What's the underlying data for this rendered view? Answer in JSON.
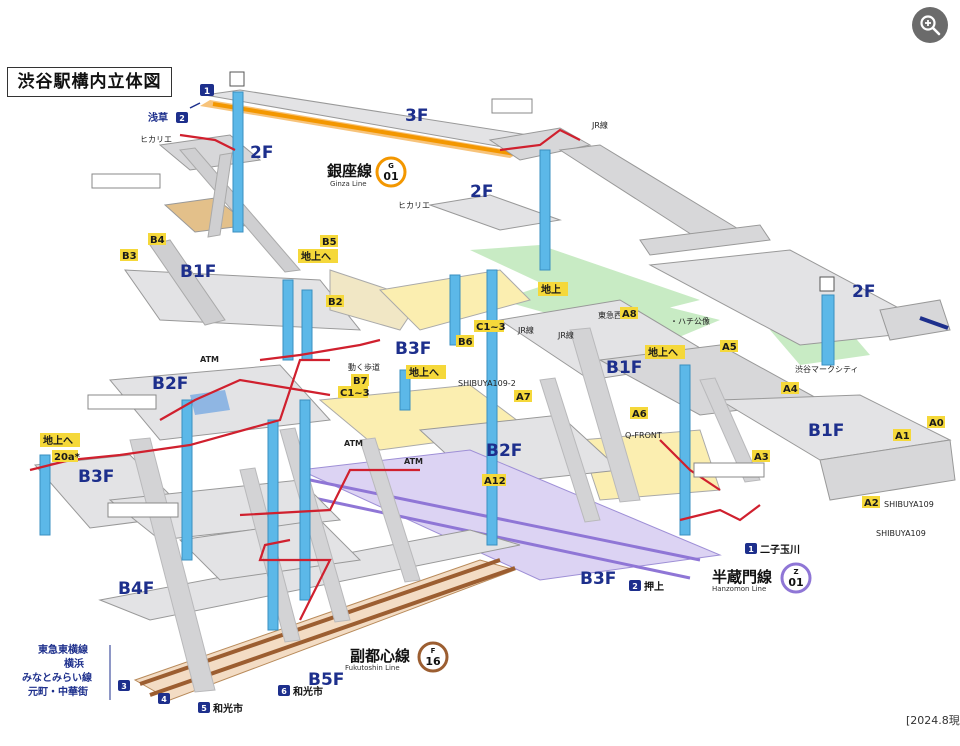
{
  "title": "渋谷駅構内立体図",
  "date_note": "[2024.8現",
  "floors": {
    "f3": "3F",
    "f2_left": "2F",
    "f2_mid": "2F",
    "f2_right": "2F",
    "b1_left": "B1F",
    "b1_mid": "B1F",
    "b1_right": "B1F",
    "b2_left": "B2F",
    "b2_mid": "B2F",
    "b3_left": "B3F",
    "b3_mid": "B3F",
    "b3_bottom": "B3F",
    "b4": "B4F",
    "b5": "B5F"
  },
  "lines": {
    "ginza": {
      "name_ja": "銀座線",
      "name_en": "Ginza Line",
      "code_letter": "G",
      "code_num": "01",
      "color": "#f39700"
    },
    "hanzomon": {
      "name_ja": "半蔵門線",
      "name_en": "Hanzomon Line",
      "code_letter": "Z",
      "code_num": "01",
      "color": "#8f76d6"
    },
    "fukutoshin": {
      "name_ja": "副都心線",
      "name_en": "Fukutoshin Line",
      "code_letter": "F",
      "code_num": "16",
      "color": "#9c5e31"
    }
  },
  "platforms": {
    "p1": "1",
    "asakusa": "浅草",
    "asakusa_num": "2",
    "hanzomon_1": "二子玉川",
    "hanzomon_1_num": "1",
    "hanzomon_2": "押上",
    "hanzomon_2_num": "2",
    "fuku_3": "3",
    "fuku_4": "4",
    "fuku_5": "和光市",
    "fuku_5_num": "5",
    "fuku_6": "和光市",
    "fuku_6_num": "6",
    "toyoko": [
      "東急東横線",
      "横浜",
      "みなとみらい線",
      "元町・中華街"
    ]
  },
  "labels": {
    "hikarie1": "ヒカリエ",
    "hikarie2": "ヒカリエ",
    "jr1": "JR線",
    "jr2": "JR線",
    "jr3": "JR線",
    "hachiko": "・ハチ公像",
    "tokyu_nishi": "東急西館",
    "shibuya_mark": "渋谷マークシティ",
    "qfront": "Q-FRONT",
    "shibuya109_2": "SHIBUYA109-2",
    "shibuya109_a2": "SHIBUYA109",
    "shibuya109": "SHIBUYA109",
    "moving_walk": "動く歩道",
    "atm1": "ATM",
    "atm2": "ATM",
    "atm3": "ATM",
    "to_ground": "地上へ",
    "ground": "地上"
  },
  "exits": {
    "b3": "B3",
    "b4": "B4",
    "b5": "B5",
    "b2": "B2",
    "b6": "B6",
    "b7": "B7",
    "c13a": "C1~3",
    "c13b": "C1~3",
    "a0": "A0",
    "a1": "A1",
    "a2": "A2",
    "a3": "A3",
    "a4": "A4",
    "a5": "A5",
    "a6": "A6",
    "a7": "A7",
    "a8": "A8",
    "a12": "A12",
    "a20": "20a*"
  },
  "colors": {
    "floor_blue": "#1d2f8c",
    "exit_yellow": "#f5d83a",
    "elevator_blue": "#5cb8e8",
    "route_red": "#d0202e",
    "ginza_orange": "#f39700",
    "hanzomon_purple": "#8f76d6",
    "fukutoshin_brown": "#9c5e31",
    "platform_yellow": "#fbeeb0",
    "ground_green": "#c8ebc4",
    "concourse_gray": "#d7d7d9"
  },
  "zoom_icon": "zoom-in-icon"
}
